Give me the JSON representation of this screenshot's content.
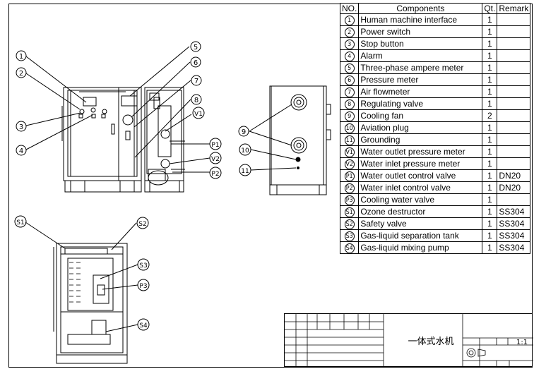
{
  "bom": {
    "headers": {
      "no": "NO.",
      "components": "Components",
      "qty": "Qt.",
      "remark": "Remark"
    },
    "rows": [
      {
        "no": "1",
        "name": "Human machine interface",
        "qty": "1",
        "remark": ""
      },
      {
        "no": "2",
        "name": "Power switch",
        "qty": "1",
        "remark": ""
      },
      {
        "no": "3",
        "name": "Stop button",
        "qty": "1",
        "remark": ""
      },
      {
        "no": "4",
        "name": "Alarm",
        "qty": "1",
        "remark": ""
      },
      {
        "no": "5",
        "name": "Three-phase ampere meter",
        "qty": "1",
        "remark": ""
      },
      {
        "no": "6",
        "name": "Pressure meter",
        "qty": "1",
        "remark": ""
      },
      {
        "no": "7",
        "name": "Air flowmeter",
        "qty": "1",
        "remark": ""
      },
      {
        "no": "8",
        "name": "Regulating valve",
        "qty": "1",
        "remark": ""
      },
      {
        "no": "9",
        "name": "Cooling fan",
        "qty": "2",
        "remark": ""
      },
      {
        "no": "10",
        "name": "Aviation plug",
        "qty": "1",
        "remark": ""
      },
      {
        "no": "11",
        "name": "Grounding",
        "qty": "1",
        "remark": ""
      },
      {
        "no": "V1",
        "name": "Water outlet pressure meter",
        "qty": "1",
        "remark": ""
      },
      {
        "no": "V2",
        "name": "Water inlet pressure meter",
        "qty": "1",
        "remark": ""
      },
      {
        "no": "P1",
        "name": "Water outlet control valve",
        "qty": "1",
        "remark": "DN20"
      },
      {
        "no": "P2",
        "name": "Water inlet control valve",
        "qty": "1",
        "remark": "DN20"
      },
      {
        "no": "P3",
        "name": "Cooling water valve",
        "qty": "1",
        "remark": ""
      },
      {
        "no": "S1",
        "name": "Ozone destructor",
        "qty": "1",
        "remark": "SS304"
      },
      {
        "no": "S2",
        "name": "Safety valve",
        "qty": "1",
        "remark": "SS304"
      },
      {
        "no": "S3",
        "name": "Gas-liquid separation tank",
        "qty": "1",
        "remark": "SS304"
      },
      {
        "no": "S4",
        "name": "Gas-liquid mixing pump",
        "qty": "1",
        "remark": "SS304"
      }
    ]
  },
  "callouts": {
    "front": [
      "1",
      "2",
      "3",
      "4"
    ],
    "side": [
      "5",
      "6",
      "7",
      "8",
      "V1",
      "P1",
      "V2",
      "P2"
    ],
    "rear": [
      "9",
      "10",
      "11"
    ],
    "internal": [
      "S1",
      "S2",
      "S3",
      "P3",
      "S4"
    ]
  },
  "title_block": {
    "drawing_name": "一体式水机",
    "scale": "1:1"
  }
}
